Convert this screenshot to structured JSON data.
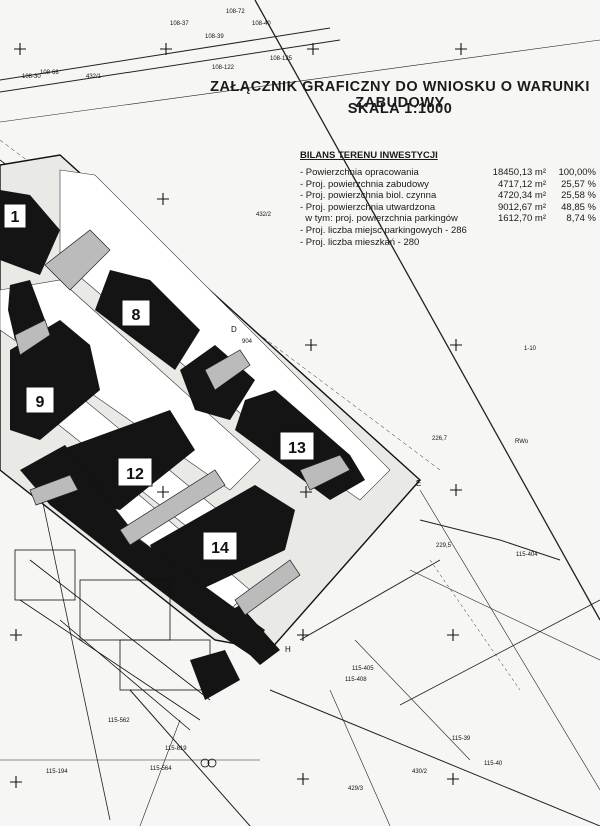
{
  "header": {
    "title": "ZAŁĄCZNIK GRAFICZNY DO WNIOSKU O WARUNKI ZABUDOWY",
    "scale": "SKALA 1:1000"
  },
  "balance": {
    "header": "BILANS TERENU INWESTYCJI",
    "rows": [
      {
        "label": "- Powierzchnia opracowania",
        "value": "18450,13 m²",
        "percent": "100,00%"
      },
      {
        "label": "- Proj. powierzchnia zabudowy",
        "value": "4717,12 m²",
        "percent": "25,57 %"
      },
      {
        "label": "- Proj. powierzchnia biol. czynna",
        "value": "4720,34 m²",
        "percent": "25,58 %"
      },
      {
        "label": "- Proj. powierzchnia utwardzona",
        "value": "9012,67 m²",
        "percent": "48,85 %"
      },
      {
        "label": "  w tym: proj. powierzchnia parkingów",
        "value": "1612,70 m²",
        "percent": "8,74 %"
      }
    ],
    "notes": [
      "- Proj. liczba miejsc parkingowych - 286",
      "- Proj. liczba mieszkań - 280"
    ]
  },
  "buildings": [
    {
      "id": "b1",
      "label": "1"
    },
    {
      "id": "b8",
      "label": "8"
    },
    {
      "id": "b9",
      "label": "9"
    },
    {
      "id": "b12",
      "label": "12"
    },
    {
      "id": "b13",
      "label": "13"
    },
    {
      "id": "b14",
      "label": "14"
    }
  ],
  "parcels": [
    "108-72",
    "108-37",
    "108-40",
    "108-39",
    "108-122",
    "108-125",
    "108-68",
    "108-30",
    "432/1",
    "432/2",
    "115-404",
    "115-405",
    "115-408",
    "115-39",
    "115-40",
    "115-562",
    "115-564",
    "115-819",
    "115-194",
    "429/3",
    "430/2",
    "RWo",
    "D",
    "E",
    "H"
  ],
  "points": [
    "904",
    "1-10",
    "229,5",
    "226,7"
  ],
  "colors": {
    "ink": "#141414",
    "paper": "#f6f6f4",
    "road": "#ffffff"
  }
}
